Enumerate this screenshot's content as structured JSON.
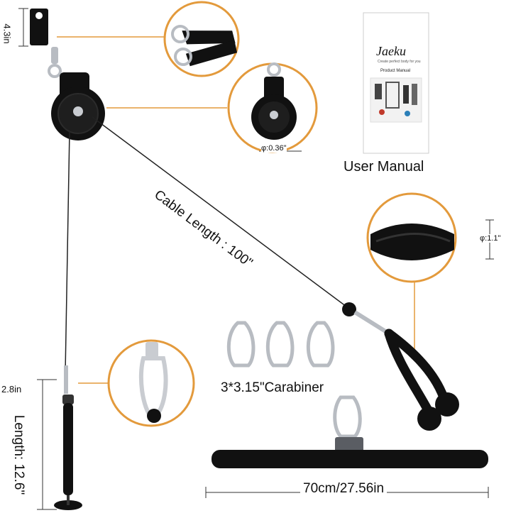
{
  "labels": {
    "strap_height": "4.3in",
    "pulley_diameter": "φ:0.36\"",
    "manual_caption": "User Manual",
    "cable_length": "Cable Length : 100\"",
    "rope_diameter": "φ:1.1\"",
    "carabiner_caption": "3*3.15\"Carabiner",
    "handle_width": "2.8in",
    "handle_length": "Length: 12.6\"",
    "bar_length": "70cm/27.56in"
  },
  "manual": {
    "brand": "Jaeku",
    "tagline": "Create perfect body for you",
    "title": "Product Manual"
  },
  "colors": {
    "callout_ring": "#E39A3C",
    "equipment": "#111111",
    "metal": "#B8BCC2",
    "bar_grey": "#5A5D63"
  }
}
